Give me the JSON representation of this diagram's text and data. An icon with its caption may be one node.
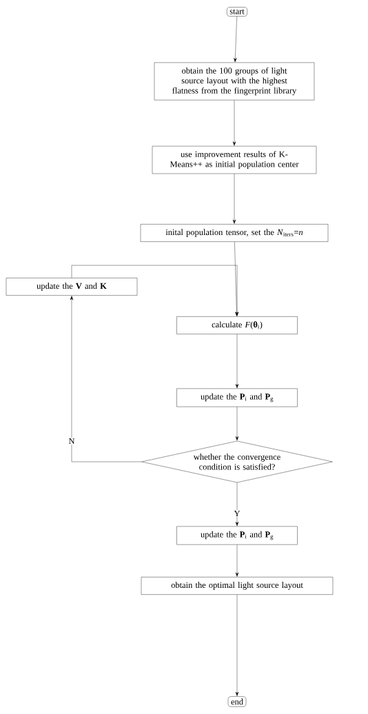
{
  "diagram": {
    "nodes": [
      {
        "text": [
          "start"
        ]
      },
      {
        "text": [
          "obtain the 100 groups of light source layout with the highest flatness from the fingerprint library"
        ]
      },
      {
        "text": [
          "use improvement results of K-Means++ as initial population center"
        ]
      },
      {
        "text": [
          "inital population tensor, set the *N*$_{iters}$=*n*"
        ]
      },
      {
        "text": [
          "calculate *F*(**θ**$_{i}$)"
        ]
      },
      {
        "text": [
          "update the **P**$_{i}$ and **P**$_{g}$"
        ]
      },
      {
        "text": [
          "whether the convergence condition is satisfied?"
        ]
      },
      {
        "text": [
          "update the **V** and **K**"
        ]
      },
      {
        "text": [
          "update the **P**$_{i}$ and **P**$_{g}$"
        ]
      },
      {
        "text": [
          "obtain the optimal light source layout"
        ]
      },
      {
        "text": [
          "end"
        ]
      }
    ],
    "edges": [
      {
        "from": 0,
        "to": 1,
        "arrow": "to"
      },
      {
        "from": 1,
        "to": 2,
        "arrow": "to"
      },
      {
        "from": 2,
        "to": 3,
        "arrow": "to"
      },
      {
        "from": 3,
        "to": 4,
        "arrow": "to"
      },
      {
        "from": 4,
        "to": 5,
        "arrow": "to"
      },
      {
        "from": 5,
        "to": 6,
        "arrow": "to"
      },
      {
        "from": 6,
        "to": 7,
        "arrow": "to",
        "label": "N"
      },
      {
        "from": 7,
        "to": 4,
        "arrow": "to"
      },
      {
        "from": 6,
        "to": 8,
        "arrow": "to",
        "label": "Y"
      },
      {
        "from": 8,
        "to": 9,
        "arrow": "to"
      },
      {
        "from": 9,
        "to": 10,
        "arrow": "to"
      }
    ]
  }
}
